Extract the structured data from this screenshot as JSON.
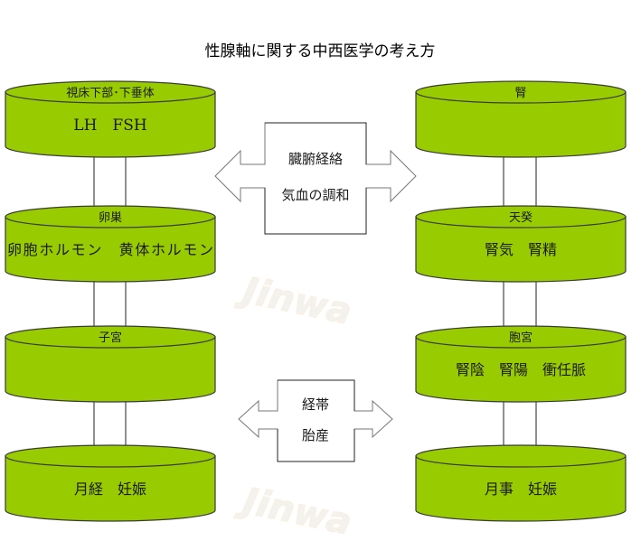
{
  "title": "性腺軸に関する中西医学の考え方",
  "colors": {
    "cylinder_fill": "#99cc00",
    "cylinder_stroke": "#3a3a3a",
    "connector_stroke": "#555555",
    "arrow_stroke": "#777777",
    "watermark": "#f0f0ea"
  },
  "left_column": [
    {
      "cap": "視床下部･下垂体",
      "body": "LH　FSH"
    },
    {
      "cap": "卵巣",
      "body": "卵胞ホルモン　黄体ホルモン"
    },
    {
      "cap": "子宮",
      "body": ""
    },
    {
      "cap": "",
      "body": "月経　妊娠"
    }
  ],
  "right_column": [
    {
      "cap": "腎",
      "body": ""
    },
    {
      "cap": "天癸",
      "body": "腎気　腎精"
    },
    {
      "cap": "胞宮",
      "body": "腎陰　腎陽　衝任脈"
    },
    {
      "cap": "",
      "body": "月事　妊娠"
    }
  ],
  "arrows": [
    {
      "line1": "臓腑経絡",
      "line2": "気血の調和"
    },
    {
      "line1": "経帯",
      "line2": "胎産"
    }
  ],
  "watermark": "Jinwa"
}
